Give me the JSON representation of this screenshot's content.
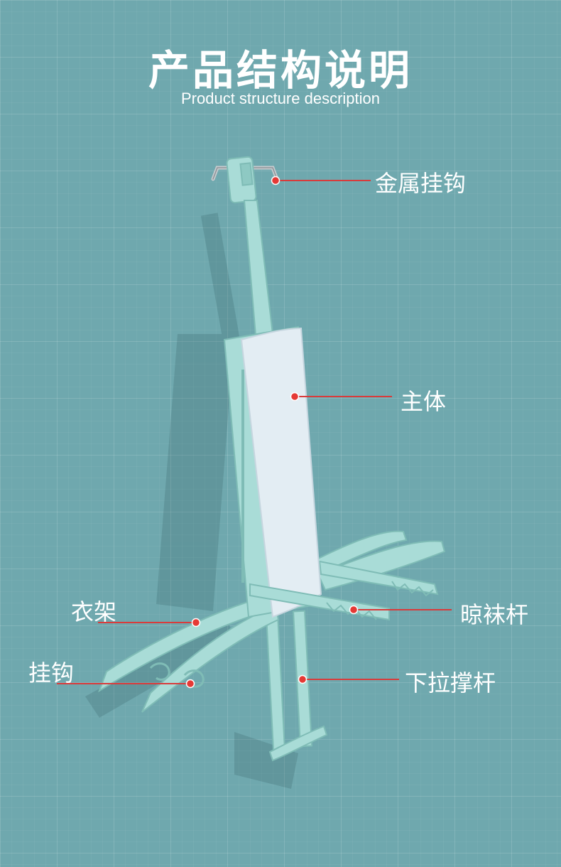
{
  "header": {
    "title": "产品结构说明",
    "subtitle": "Product structure description"
  },
  "labels": {
    "metal_hook": "金属挂钩",
    "main_body": "主体",
    "sock_bar": "晾袜杆",
    "pull_support": "下拉撑杆",
    "hanger": "衣架",
    "clip_hook": "挂钩"
  },
  "colors": {
    "background": "#6fa8ae",
    "product": "#a9dcd7",
    "body_panel": "#e3edf3",
    "callout_line": "#d93b3b",
    "callout_dot": "#e53935"
  }
}
